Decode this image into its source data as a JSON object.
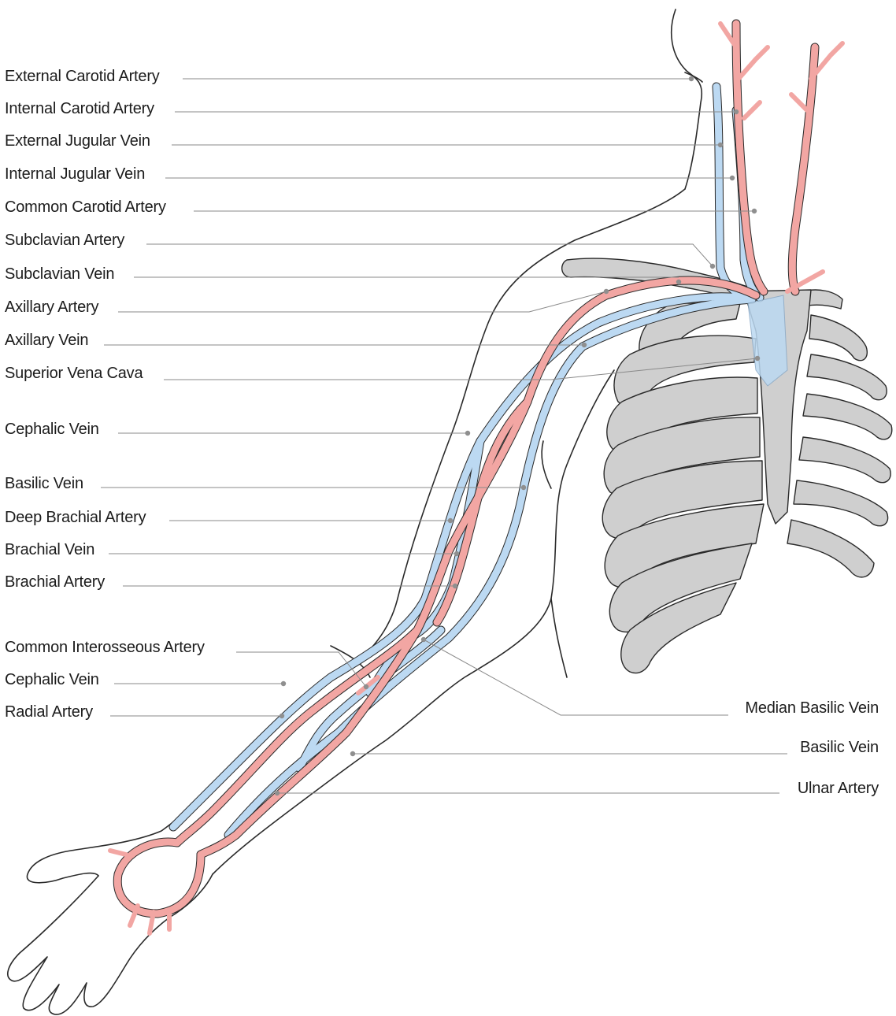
{
  "colors": {
    "artery": "#f2a6a3",
    "artery_dark": "#e8827e",
    "vein": "#bcd9f2",
    "vein_dark": "#9cc3e6",
    "bone": "#cfcfcf",
    "outline": "#2a2a2a",
    "leader": "#8a8a8a"
  },
  "labels_left": [
    "External Carotid Artery",
    "Internal Carotid Artery",
    "External Jugular Vein",
    "Internal Jugular Vein",
    "Common Carotid Artery",
    "Subclavian Artery",
    "Subclavian Vein",
    "Axillary Artery",
    "Axillary Vein",
    "Superior Vena Cava",
    "Cephalic Vein",
    "Basilic Vein",
    "Deep Brachial Artery",
    "Brachial Vein",
    "Brachial Artery",
    "Common Interosseous Artery",
    "Cephalic Vein",
    "Radial Artery"
  ],
  "labels_right": [
    "Median Basilic Vein",
    "Basilic Vein",
    "Ulnar Artery"
  ]
}
